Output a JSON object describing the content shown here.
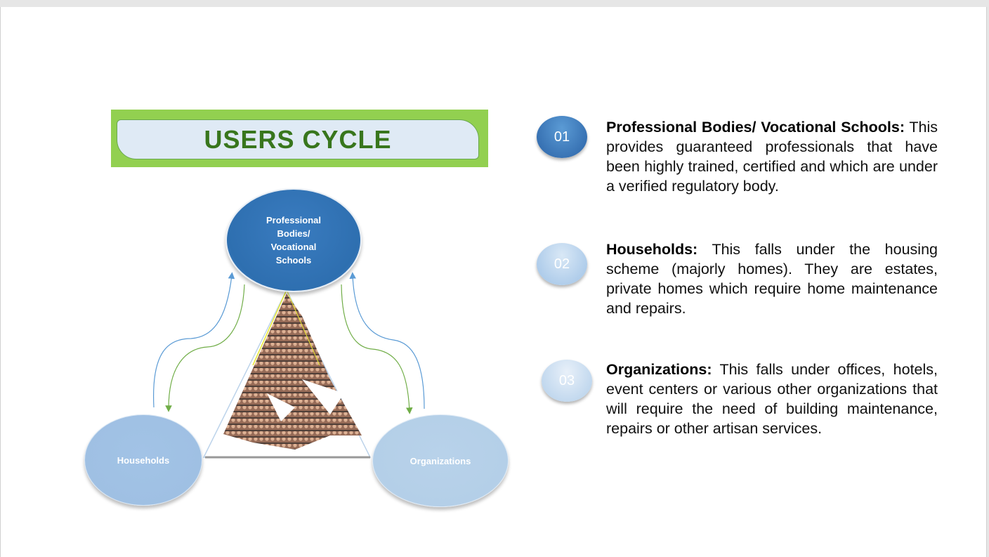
{
  "title": "USERS CYCLE",
  "cycle": {
    "top": "Professional Bodies/ Vocational Schools",
    "left": "Households",
    "right": "Organizations"
  },
  "items": [
    {
      "number": "01",
      "heading": "Professional Bodies/ Vocational Schools:",
      "text": " This provides guaranteed professionals that have been highly trained, certified and which are under a verified regulatory body."
    },
    {
      "number": "02",
      "heading": "Households:",
      "text": " This falls under the housing scheme (majorly homes). They are estates, private homes which require home maintenance and repairs."
    },
    {
      "number": "03",
      "heading": "Organizations:",
      "text": " This  falls under offices, hotels, event centers or various other organizations that will require the need of building maintenance, repairs or other artisan services."
    }
  ],
  "colors": {
    "title_green": "#38761d",
    "frame_green": "#92d050",
    "blue_arrow": "#5b9bd5",
    "green_arrow": "#70ad47"
  }
}
